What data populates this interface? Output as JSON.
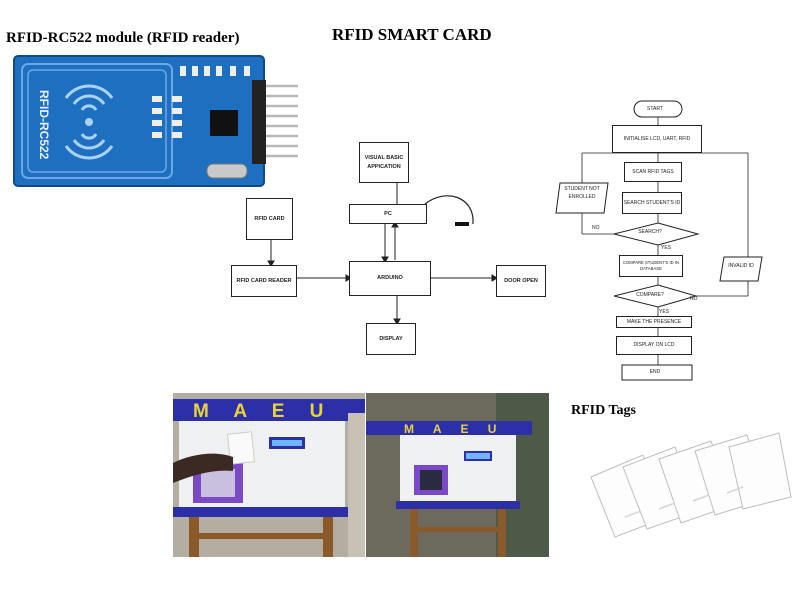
{
  "captions": {
    "module": "RFID-RC522 module (RFID reader)",
    "title": "RFID SMART CARD",
    "tags": "RFID Tags"
  },
  "module_photo": {
    "board_label": "RFID-RC522"
  },
  "block_diagram": {
    "visual_basic": "VISUAL BASIC APPICATION",
    "pc": "PC",
    "rfid_card": "RFID CARD",
    "rfid_reader": "RFID CARD READER",
    "arduino": "ARDUINO",
    "door": "DOOR OPEN",
    "display": "DISPLAY"
  },
  "flowchart": {
    "start": "START",
    "init": "INITIALISE LCD, UART, RFID",
    "scan": "SCAN RFID TAGS",
    "search_id": "SEARCH STUDENT'S ID",
    "search_q": "SEARCH?",
    "not_enrolled": "STUDENT NOT ENROLLED",
    "compare_db": "COMPARE STUDENT'S ID IN DATABASE",
    "compare_q": "COMPARE?",
    "invalid": "INVALID ID",
    "presence": "MAKE THE PRESENCE",
    "display_lcd": "DISPLAY ON LCD",
    "end": "END",
    "no1": "NO",
    "yes1": "YES",
    "no2": "NO",
    "yes2": "YES"
  },
  "kiosk_photos": {
    "sign_left": "M A E U",
    "sign_right": "M A E U"
  },
  "colors": {
    "module_blue": "#1f6fc0",
    "kiosk_blue": "#2c2fa8",
    "kiosk_yellow": "#e8d33a",
    "kiosk_purple": "#7a49c6",
    "wood": "#8a5a2a"
  }
}
